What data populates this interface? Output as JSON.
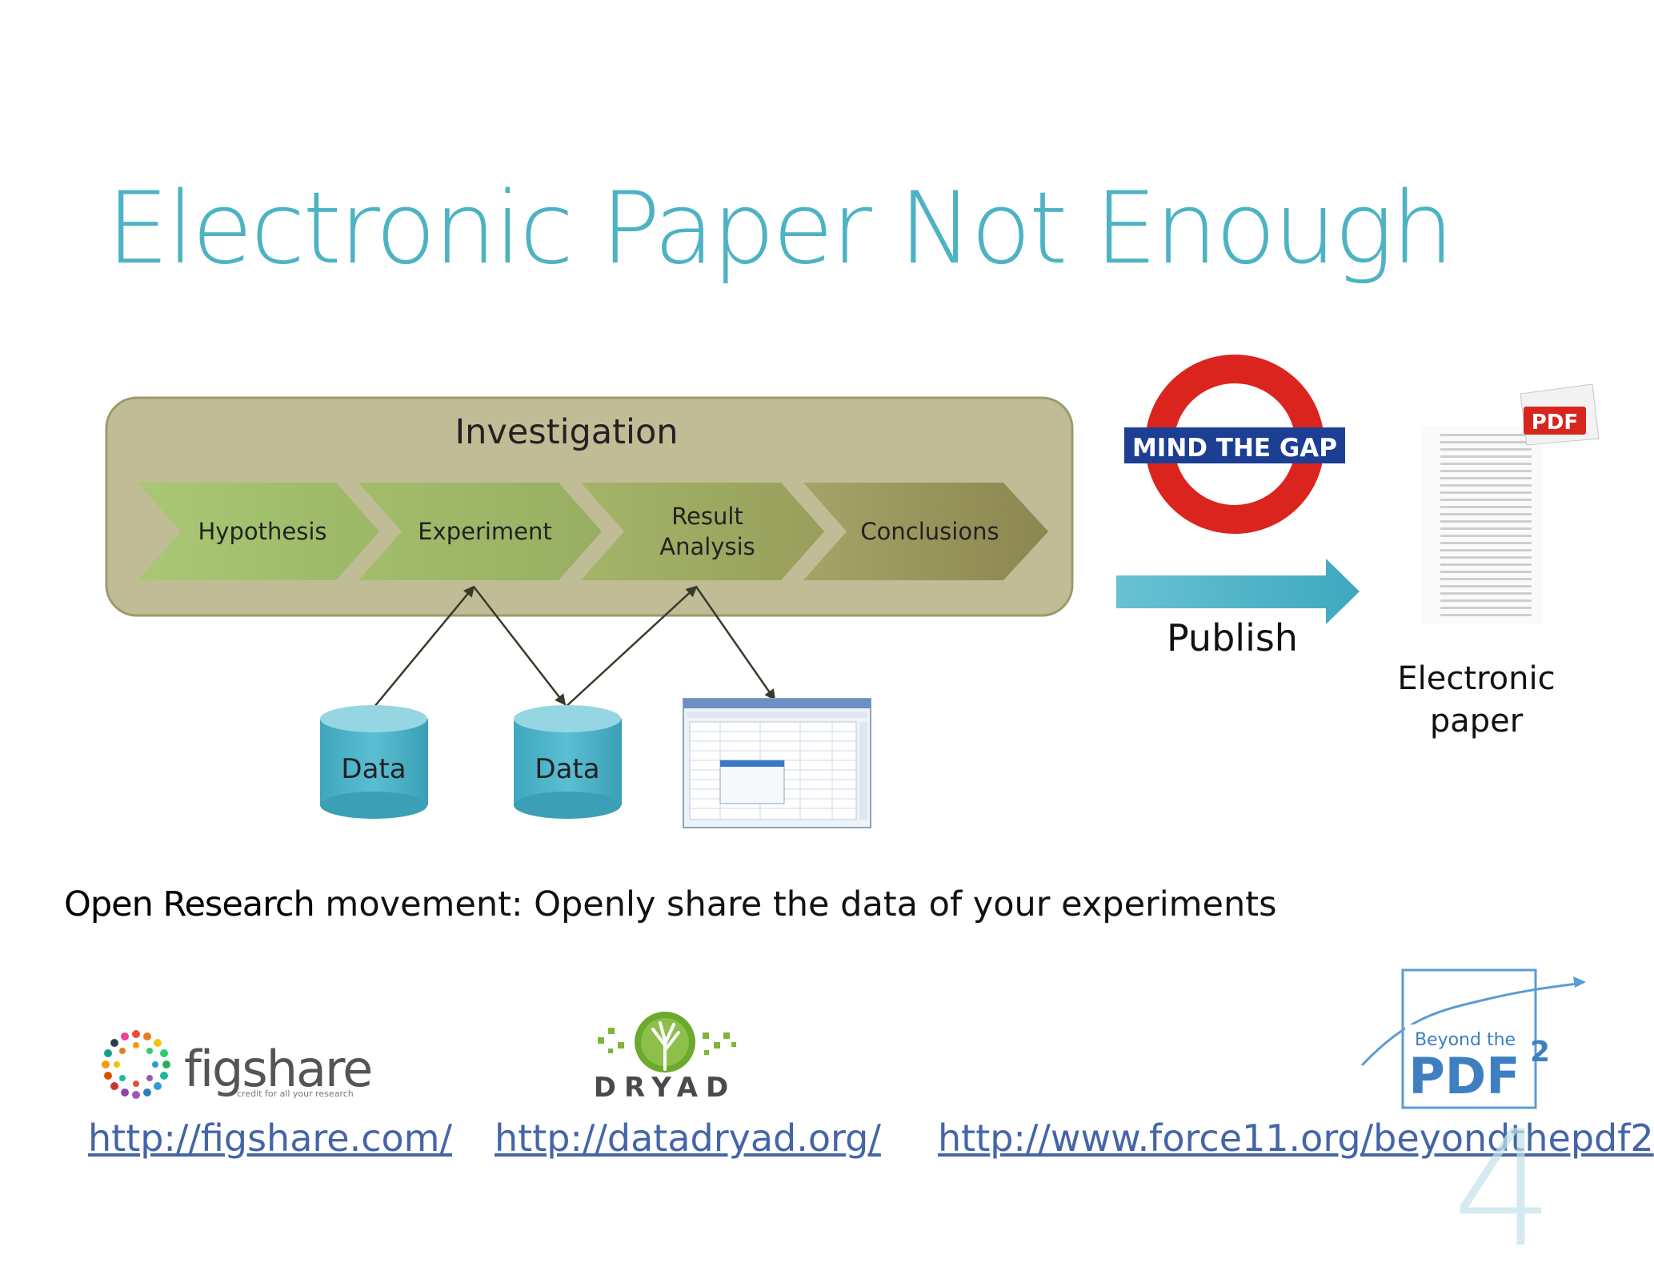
{
  "slide": {
    "title": "Electronic Paper Not Enough",
    "number": "4"
  },
  "investigation": {
    "heading": "Investigation",
    "steps": [
      {
        "label_line1": "Hypothesis",
        "label_line2": ""
      },
      {
        "label_line1": "Experiment",
        "label_line2": ""
      },
      {
        "label_line1": "Result",
        "label_line2": "Analysis"
      },
      {
        "label_line1": "Conclusions",
        "label_line2": ""
      }
    ],
    "data_nodes": [
      "Data",
      "Data"
    ]
  },
  "mind_the_gap": {
    "sign_text": "MIND THE GAP",
    "colors": {
      "ring": "#dc241f",
      "bar": "#1c3f94"
    }
  },
  "publish": {
    "label": "Publish"
  },
  "electronic_paper": {
    "label_line1": "Electronic",
    "label_line2": "paper",
    "badge": "PDF"
  },
  "open_research": {
    "bold": "Open Research",
    "rest": " movement: Openly share the data of your experiments"
  },
  "logos": {
    "figshare": {
      "name": "figshare",
      "tagline": "credit for all your research",
      "url": "http://figshare.com/"
    },
    "dryad": {
      "name": "DRYAD",
      "url": "http://datadryad.org/"
    },
    "beyond_pdf": {
      "line1": "Beyond the",
      "line2": "PDF",
      "sup": "2",
      "url": "http://www.force11.org/beyondthepdf2"
    }
  },
  "colors": {
    "title": "#4db3c4",
    "investigation_box": "#c0bc96",
    "chevron_light": "#a4c070",
    "chevron_dark": "#8f8a55",
    "data_cylinder": "#4fb3c8",
    "arrow": "#4db3c4",
    "link": "#4465a8"
  }
}
